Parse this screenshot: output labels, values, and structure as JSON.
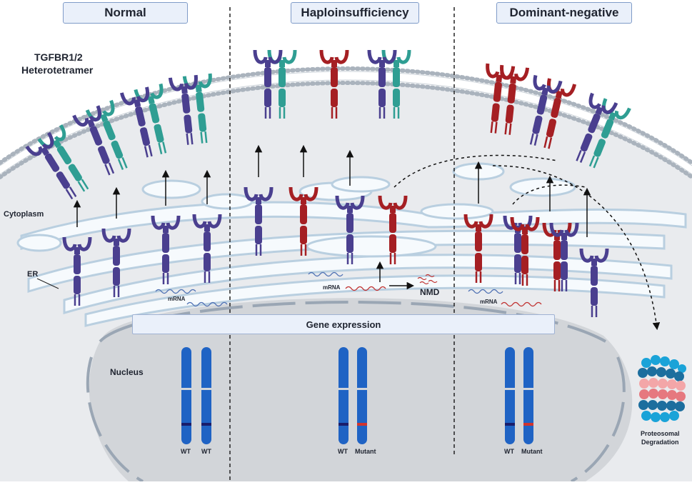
{
  "headers": {
    "normal": "Normal",
    "haplo": "Haploinsufficiency",
    "dominant": "Dominant-negative"
  },
  "labels": {
    "heterotetramer_line1": "TGFBR1/2",
    "heterotetramer_line2": "Heterotetramer",
    "cytoplasm": "Cytoplasm",
    "er": "ER",
    "nucleus": "Nucleus",
    "gene_expression": "Gene expression",
    "nmd": "NMD",
    "proteosomal_line1": "Proteosomal",
    "proteosomal_line2": "Degradation"
  },
  "panels": [
    {
      "mrna": "mRNA",
      "allele_left": "WT",
      "allele_right": "WT"
    },
    {
      "mrna": "mRNA",
      "allele_left": "WT",
      "allele_right": "Mutant"
    },
    {
      "mrna": "mRNA",
      "allele_left": "WT",
      "allele_right": "Mutant"
    }
  ],
  "colors": {
    "wt_receptor": "#4a3f8f",
    "partner_receptor": "#2f9e93",
    "mutant_receptor": "#a51f23",
    "chromosome": "#1f63c4",
    "membrane": "#aab3bd",
    "er_fill": "#f6fafd",
    "er_stroke": "#b9cfe0"
  }
}
